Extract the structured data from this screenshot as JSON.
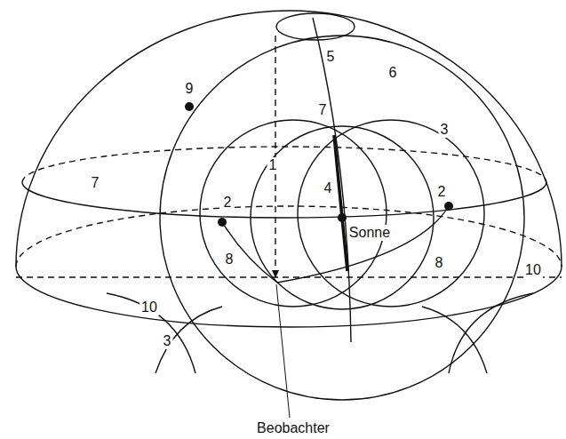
{
  "diagram": {
    "labels": [
      "5",
      "6",
      "9",
      "7",
      "3",
      "1",
      "7",
      "4",
      "2",
      "2",
      "Sonne",
      "8",
      "8",
      "10",
      "10",
      "3",
      "Beobachter"
    ]
  }
}
